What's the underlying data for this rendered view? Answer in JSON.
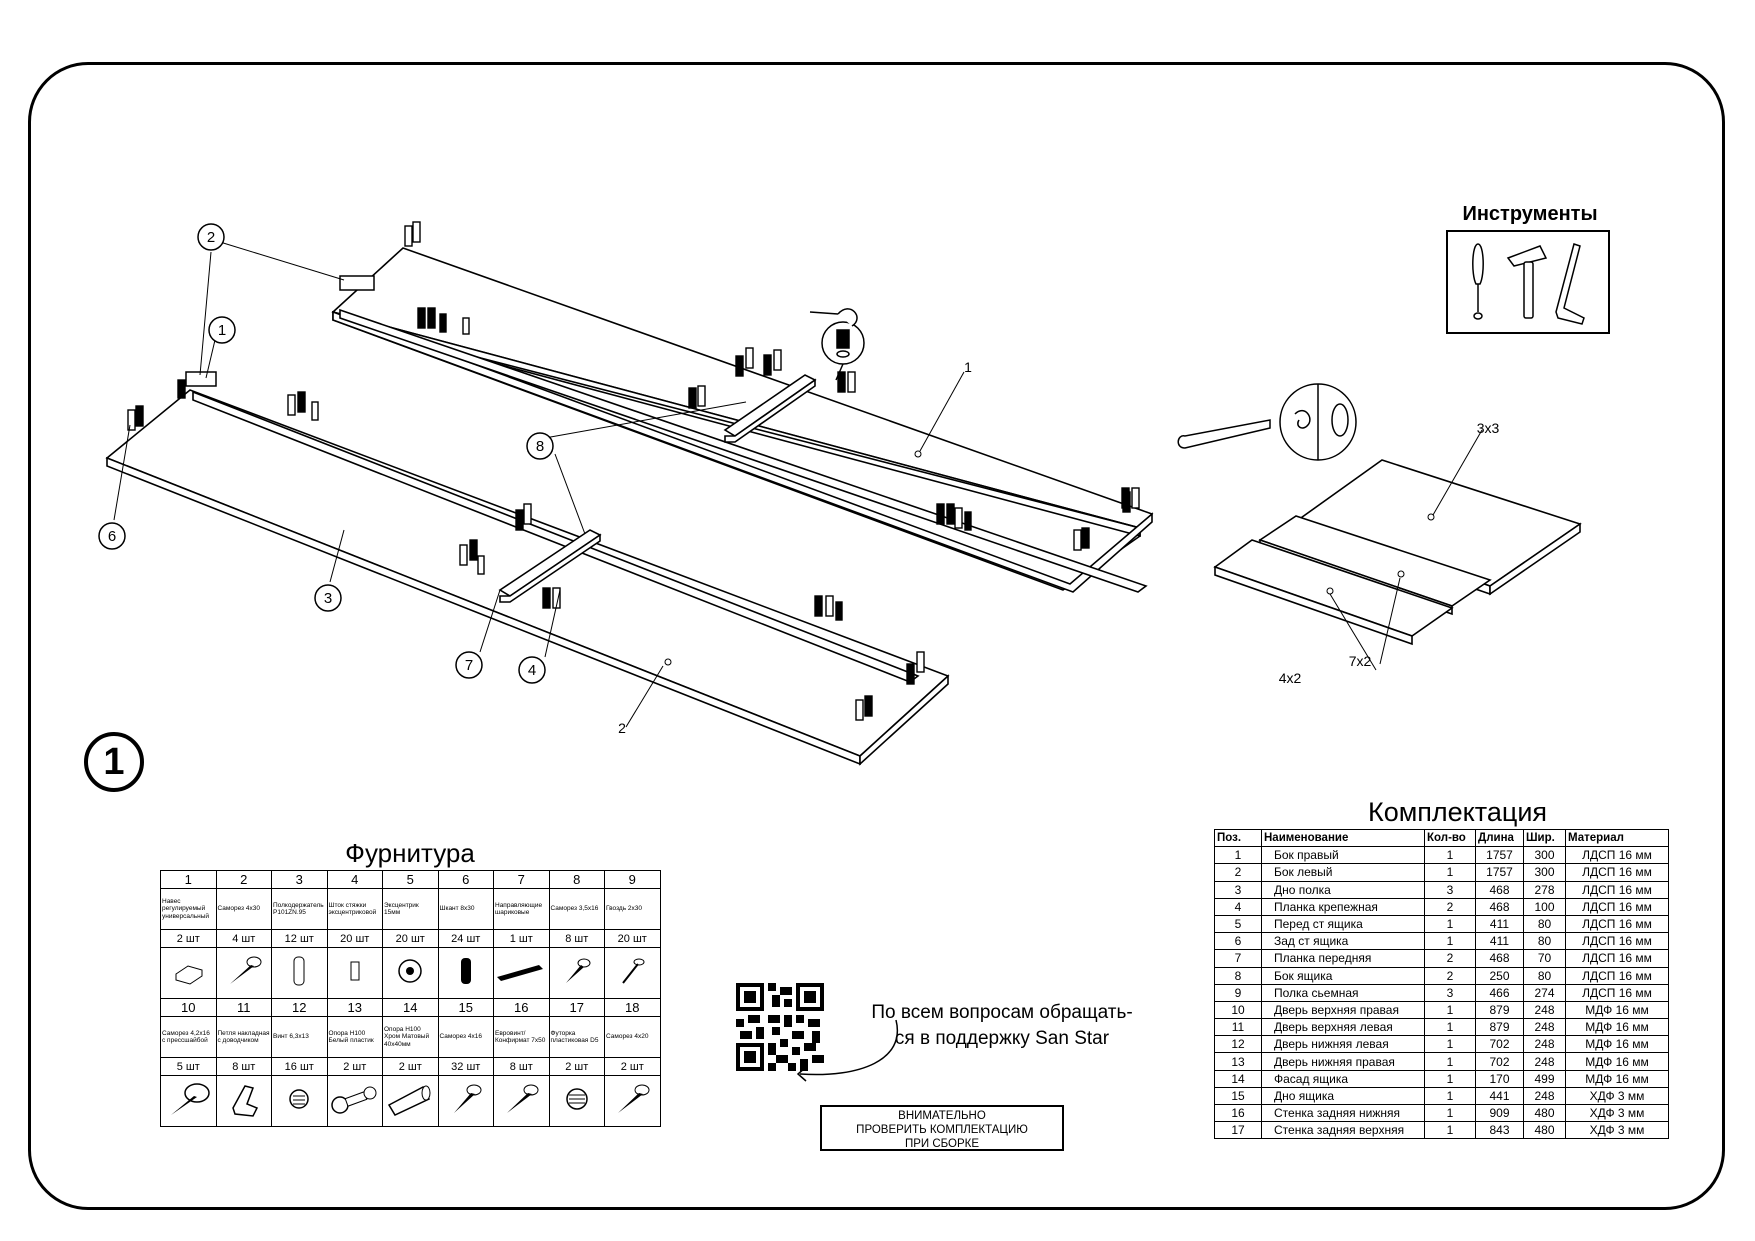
{
  "step": "1",
  "tools": {
    "title": "Инструменты",
    "icons": [
      "screwdriver-icon",
      "hammer-icon",
      "hex-key-icon"
    ]
  },
  "callouts": {
    "c1": "1",
    "c2": "2",
    "c3": "3",
    "c4": "4",
    "c6": "6",
    "c7": "7",
    "c8": "8",
    "panel1": "1",
    "panel2": "2",
    "q3x3": "3x3",
    "q7x2": "7x2",
    "q4x2": "4x2"
  },
  "furnitura": {
    "title": "Фурнитура",
    "row1": [
      {
        "num": "1",
        "name": "Навес регулируемый универсальный",
        "qty": "2 шт"
      },
      {
        "num": "2",
        "name": "Саморез 4х30",
        "qty": "4 шт"
      },
      {
        "num": "3",
        "name": "Полкодержатель Р101ZN.95",
        "qty": "12 шт"
      },
      {
        "num": "4",
        "name": "Шток стяжки эксцентриковой",
        "qty": "20 шт"
      },
      {
        "num": "5",
        "name": "Эксцентрик 15мм",
        "qty": "20 шт"
      },
      {
        "num": "6",
        "name": "Шкант 8х30",
        "qty": "24 шт"
      },
      {
        "num": "7",
        "name": "Направляющие шариковые",
        "qty": "1 шт"
      },
      {
        "num": "8",
        "name": "Саморез 3,5х16",
        "qty": "8 шт"
      },
      {
        "num": "9",
        "name": "Гвоздь 2х30",
        "qty": "20 шт"
      }
    ],
    "row2": [
      {
        "num": "10",
        "name": "Саморез 4,2х16 с прессшайбой",
        "qty": "5 шт"
      },
      {
        "num": "11",
        "name": "Петля накладная с доводчиком",
        "qty": "8 шт"
      },
      {
        "num": "12",
        "name": "Винт 6,3х13",
        "qty": "16 шт"
      },
      {
        "num": "13",
        "name": "Опора Н100 Белый пластик",
        "qty": "2 шт"
      },
      {
        "num": "14",
        "name": "Опора Н100 Хром Матовый 40х40мм",
        "qty": "2 шт"
      },
      {
        "num": "15",
        "name": "Саморез 4х16",
        "qty": "32 шт"
      },
      {
        "num": "16",
        "name": "Евровинт/Конфирмат 7х50",
        "qty": "8 шт"
      },
      {
        "num": "17",
        "name": "Футорка пластиковая D5",
        "qty": "2 шт"
      },
      {
        "num": "18",
        "name": "Саморез 4х20",
        "qty": "2 шт"
      }
    ]
  },
  "komplektacia": {
    "title": "Комплектация",
    "headers": [
      "Поз.",
      "Наименование",
      "Кол-во",
      "Длина",
      "Шир.",
      "Материал"
    ],
    "rows": [
      [
        "1",
        "Бок правый",
        "1",
        "1757",
        "300",
        "ЛДСП 16 мм"
      ],
      [
        "2",
        "Бок левый",
        "1",
        "1757",
        "300",
        "ЛДСП 16 мм"
      ],
      [
        "3",
        "Дно полка",
        "3",
        "468",
        "278",
        "ЛДСП 16 мм"
      ],
      [
        "4",
        "Планка крепежная",
        "2",
        "468",
        "100",
        "ЛДСП 16 мм"
      ],
      [
        "5",
        "Перед ст ящика",
        "1",
        "411",
        "80",
        "ЛДСП 16 мм"
      ],
      [
        "6",
        "Зад ст ящика",
        "1",
        "411",
        "80",
        "ЛДСП 16 мм"
      ],
      [
        "7",
        "Планка передняя",
        "2",
        "468",
        "70",
        "ЛДСП 16 мм"
      ],
      [
        "8",
        "Бок ящика",
        "2",
        "250",
        "80",
        "ЛДСП 16 мм"
      ],
      [
        "9",
        "Полка сьемная",
        "3",
        "466",
        "274",
        "ЛДСП 16 мм"
      ],
      [
        "10",
        "Дверь верхняя правая",
        "1",
        "879",
        "248",
        "МДФ 16 мм"
      ],
      [
        "11",
        "Дверь верхняя левая",
        "1",
        "879",
        "248",
        "МДФ 16 мм"
      ],
      [
        "12",
        "Дверь нижняя левая",
        "1",
        "702",
        "248",
        "МДФ 16 мм"
      ],
      [
        "13",
        "Дверь нижняя правая",
        "1",
        "702",
        "248",
        "МДФ 16 мм"
      ],
      [
        "14",
        "Фасад ящика",
        "1",
        "170",
        "499",
        "МДФ 16 мм"
      ],
      [
        "15",
        "Дно ящика",
        "1",
        "441",
        "248",
        "ХДФ 3 мм"
      ],
      [
        "16",
        "Стенка задняя нижняя",
        "1",
        "909",
        "480",
        "ХДФ 3 мм"
      ],
      [
        "17",
        "Стенка задняя верхняя",
        "1",
        "843",
        "480",
        "ХДФ 3 мм"
      ]
    ]
  },
  "support": {
    "line1": "По всем вопросам обращать-",
    "line2": "ся в поддержку San Star"
  },
  "warning": {
    "line1": "ВНИМАТЕЛЬНО",
    "line2": "ПРОВЕРИТЬ КОМПЛЕКТАЦИЮ",
    "line3": "ПРИ СБОРКЕ"
  }
}
